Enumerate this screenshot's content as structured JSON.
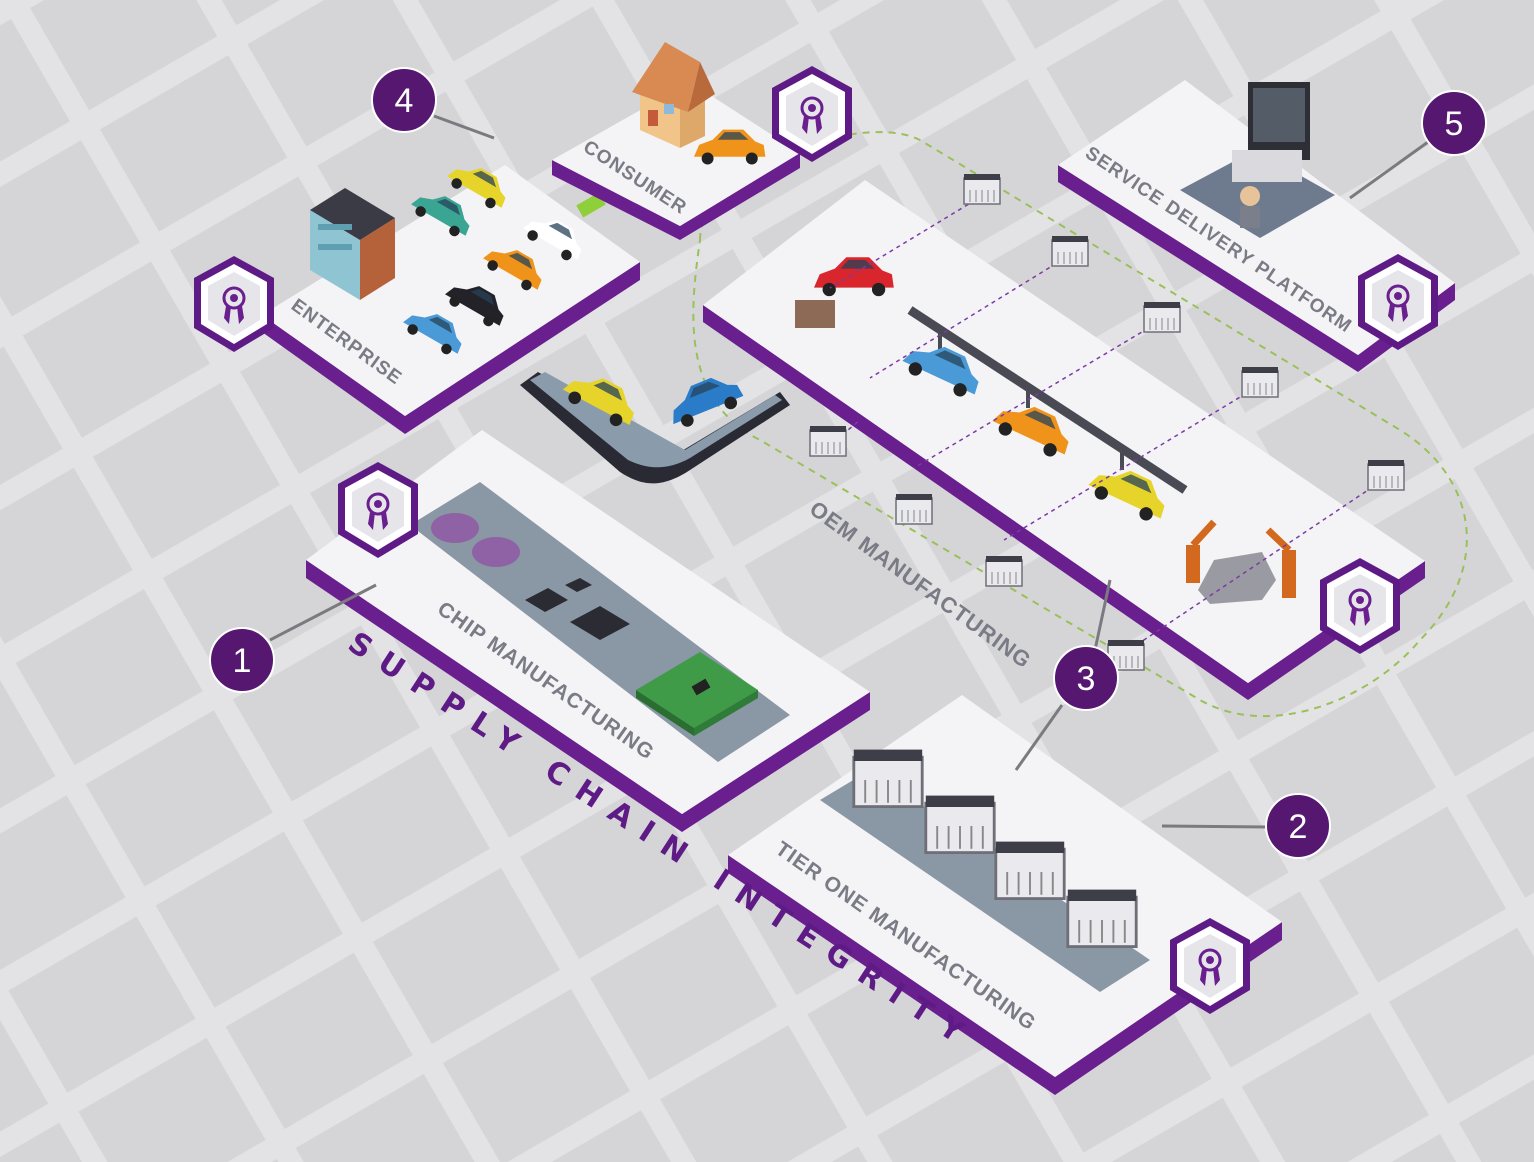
{
  "colors": {
    "background": "#d7d7d9",
    "grid": "#e4e4e6",
    "platform_top": "#f4f4f6",
    "platform_side": "#6a1f8f",
    "callout": "#55176f",
    "label_gray": "#7b7b86",
    "dotted_line": "#7c3aa5",
    "loop_dash": "#9ac05a"
  },
  "platforms": {
    "chip": "CHIP MANUFACTURING",
    "tier_one": "TIER ONE MANUFACTURING",
    "oem": "OEM MANUFACTURING",
    "enterprise": "ENTERPRISE",
    "consumer": "CONSUMER",
    "service": "SERVICE DELIVERY PLATFORM"
  },
  "supply_chain_label": "SUPPLY CHAIN INTEGRITY",
  "callouts": [
    "1",
    "2",
    "3",
    "4",
    "5"
  ],
  "icons": {
    "badge": "certificate-ribbon-icon",
    "module": "battery-module-icon",
    "car": "car-icon",
    "house": "house-icon",
    "building": "office-building-icon",
    "robot": "robot-arm-icon",
    "wafer": "wafer-icon",
    "chip": "chip-icon",
    "pcb": "circuit-board-icon",
    "workstation": "monitor-workstation-icon"
  }
}
